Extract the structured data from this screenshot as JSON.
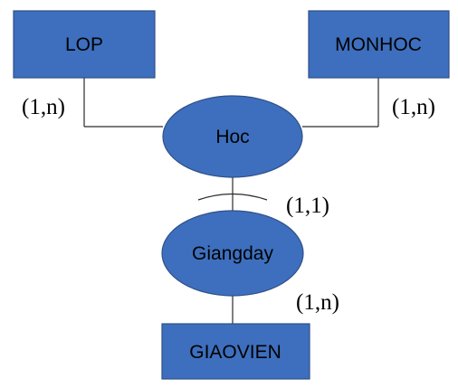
{
  "entities": {
    "lop": "LOP",
    "monhoc": "MONHOC",
    "giaovien": "GIAOVIEN"
  },
  "relationships": {
    "hoc": "Hoc",
    "giangday": "Giangday"
  },
  "cardinalities": {
    "lop_hoc": "(1,n)",
    "monhoc_hoc": "(1,n)",
    "hoc_giangday": "(1,1)",
    "giangday_giaovien": "(1,n)"
  },
  "colors": {
    "shape_fill": "#3d6fbe",
    "shape_stroke": "#2f4f86",
    "connector": "#2b2b2b"
  }
}
